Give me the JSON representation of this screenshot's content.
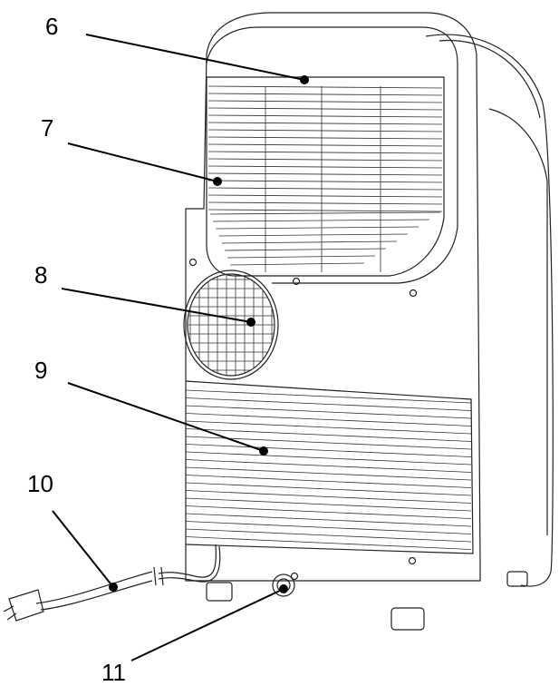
{
  "callouts": [
    {
      "label": "6"
    },
    {
      "label": "7"
    },
    {
      "label": "8"
    },
    {
      "label": "9"
    },
    {
      "label": "10"
    },
    {
      "label": "11"
    }
  ]
}
